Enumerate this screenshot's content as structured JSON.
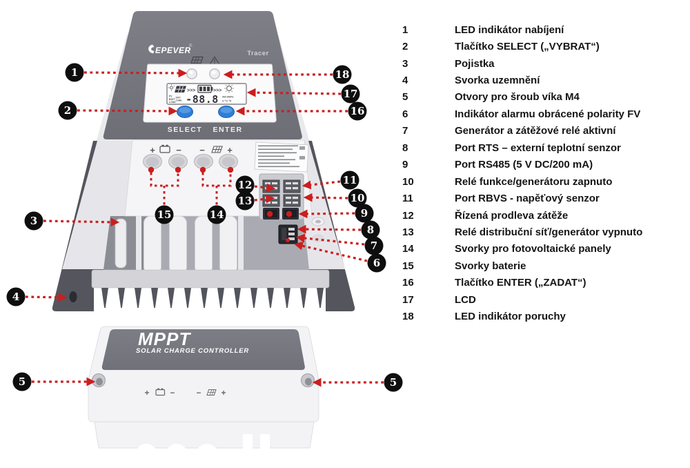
{
  "colors": {
    "accent_red": "#cb1e1e",
    "panel_dark": "#75767e",
    "button_blue": "#2e7ed7",
    "callout_black": "#0e0e0e"
  },
  "device": {
    "brand": "EPEVER",
    "registered_mark": "®",
    "model": "Tracer",
    "buttons": {
      "select": "SELECT",
      "enter": "ENTER"
    },
    "lcd": {
      "value": "-88.8",
      "flow_symbol": ">>>",
      "label_pv": "PV",
      "label_batt": "BATT",
      "label_load": "LOAD",
      "label_soc": "SOC",
      "label_type": "TYPE",
      "units_line1": "AH kW%",
      "units_line2": "V °C °F"
    },
    "terminals": {
      "plus": "+",
      "minus": "−"
    }
  },
  "cover": {
    "title": "MPPT",
    "subtitle": "SOLAR CHARGE CONTROLLER"
  },
  "legend": {
    "items": [
      {
        "num": "1",
        "label": "LED indikátor nabíjení"
      },
      {
        "num": "2",
        "label": "Tlačítko SELECT („VYBRAT“)"
      },
      {
        "num": "3",
        "label": "Pojistka"
      },
      {
        "num": "4",
        "label": "Svorka uzemnění"
      },
      {
        "num": "5",
        "label": "Otvory pro šroub víka M4"
      },
      {
        "num": "6",
        "label": "Indikátor alarmu obrácené polarity FV"
      },
      {
        "num": "7",
        "label": "Generátor a zátěžové relé aktivní"
      },
      {
        "num": "8",
        "label": "Port RTS – externí teplotní senzor"
      },
      {
        "num": "9",
        "label": "Port RS485 (5 V DC/200 mA)"
      },
      {
        "num": "10",
        "label": "Relé funkce/generátoru zapnuto"
      },
      {
        "num": "11",
        "label": "Port RBVS - napěťový senzor"
      },
      {
        "num": "12",
        "label": "Řízená prodleva zátěže"
      },
      {
        "num": "13",
        "label": "Relé distribuční síť/generátor vypnuto"
      },
      {
        "num": "14",
        "label": "Svorky pro fotovoltaické panely"
      },
      {
        "num": "15",
        "label": "Svorky baterie"
      },
      {
        "num": "16",
        "label": "Tlačítko ENTER („ZADAT“)"
      },
      {
        "num": "17",
        "label": "LCD"
      },
      {
        "num": "18",
        "label": "LED indikátor poruchy"
      }
    ]
  }
}
